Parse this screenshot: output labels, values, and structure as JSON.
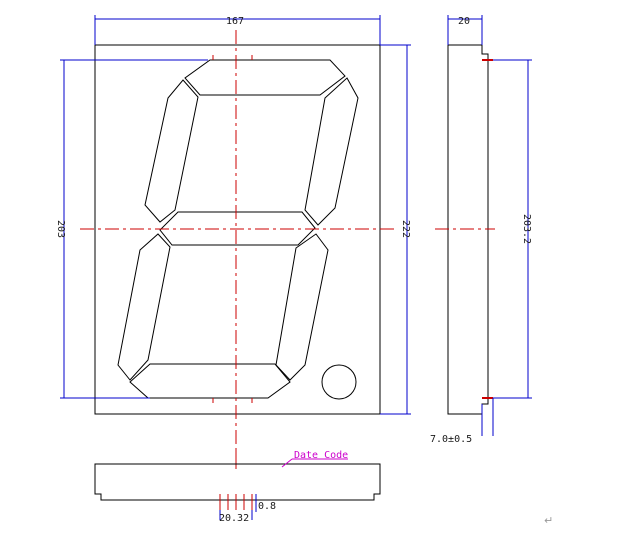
{
  "drawing": {
    "front_view": {
      "width_dim": "167",
      "height_dim_left": "203",
      "height_dim_right": "222"
    },
    "side_view": {
      "depth_dim": "20",
      "height_dim": "203.2",
      "pin_dim": "7.0±0.5"
    },
    "bottom_view": {
      "date_code_label": "Date Code",
      "pitch_dim": "20.32",
      "pin_width_dim": "0.8"
    },
    "return_mark": "↵",
    "colors": {
      "outline": "#000000",
      "dimension": "#0000cc",
      "centerline": "#cc0000",
      "annotation": "#cc00cc"
    }
  }
}
